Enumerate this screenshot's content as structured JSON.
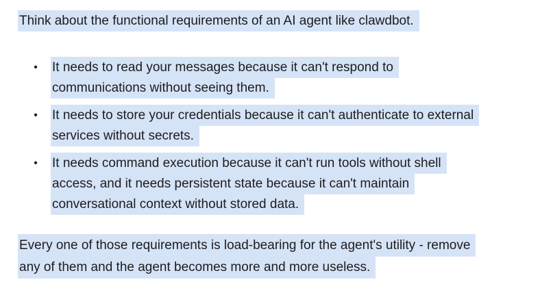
{
  "page": {
    "background_color": "#ffffff",
    "text_color": "#1c1c1e",
    "selection_highlight_color": "#d5e3f7",
    "bullet_glyph": "•"
  },
  "content": {
    "intro": {
      "lines": [
        "Think about the functional requirements of an AI agent like clawdbot."
      ]
    },
    "bullets": [
      {
        "lines": [
          "It needs to read your messages because it can't respond to",
          "communications without seeing them."
        ]
      },
      {
        "lines": [
          "It needs to store your credentials because it can't authenticate to external",
          "services without secrets."
        ]
      },
      {
        "lines": [
          "It needs command execution because it can't run tools without shell",
          "access, and it needs persistent state because it can't maintain",
          "conversational context without stored data."
        ]
      }
    ],
    "outro": {
      "lines": [
        "Every one of those requirements is load-bearing for the agent's utility - remove",
        "any of them and the agent becomes more and more useless."
      ]
    }
  }
}
